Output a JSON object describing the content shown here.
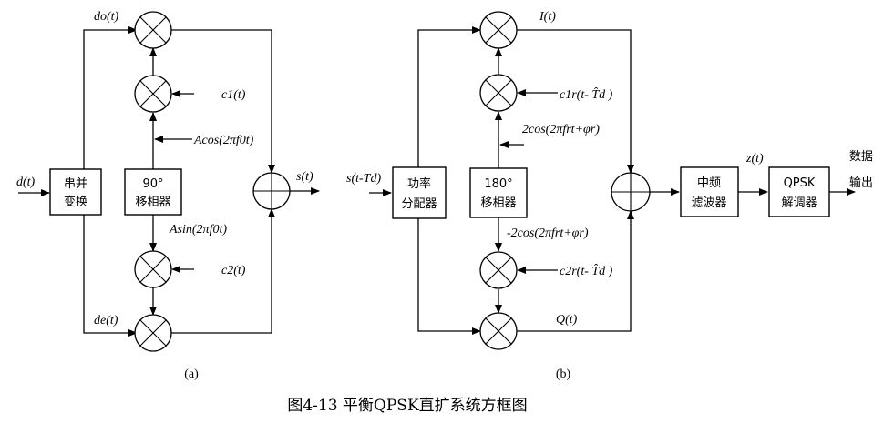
{
  "diagram_a": {
    "input_label": "d(t)",
    "sp_box": [
      "串并",
      "变换"
    ],
    "phase_box": [
      "90°",
      "移相器"
    ],
    "do_label": "do(t)",
    "de_label": "de(t)",
    "c1_label": "c1(t)",
    "c2_label": "c2(t)",
    "acos_label": "Acos(2πf0t)",
    "asin_label": "Asin(2πf0t)",
    "output_label": "s(t)",
    "caption": "(a)"
  },
  "diagram_b": {
    "input_label": "s(t-Td)",
    "splitter_box": [
      "功率",
      "分配器"
    ],
    "phase_box": [
      "180°",
      "移相器"
    ],
    "i_label": "I(t)",
    "q_label": "Q(t)",
    "c1r_label": "c1r(t- T̂d )",
    "c2r_label": "c2r(t- T̂d )",
    "cos_pos_label": "2cos(2πfrt+φr)",
    "cos_neg_label": "-2cos(2πfrt+φr)",
    "if_box": [
      "中频",
      "滤波器"
    ],
    "demod_box": [
      "QPSK",
      "解调器"
    ],
    "z_label": "z(t)",
    "output_label": [
      "数据",
      "输出"
    ],
    "caption": "(b)"
  },
  "figure_caption": "图4-13 平衡QPSK直扩系统方框图"
}
